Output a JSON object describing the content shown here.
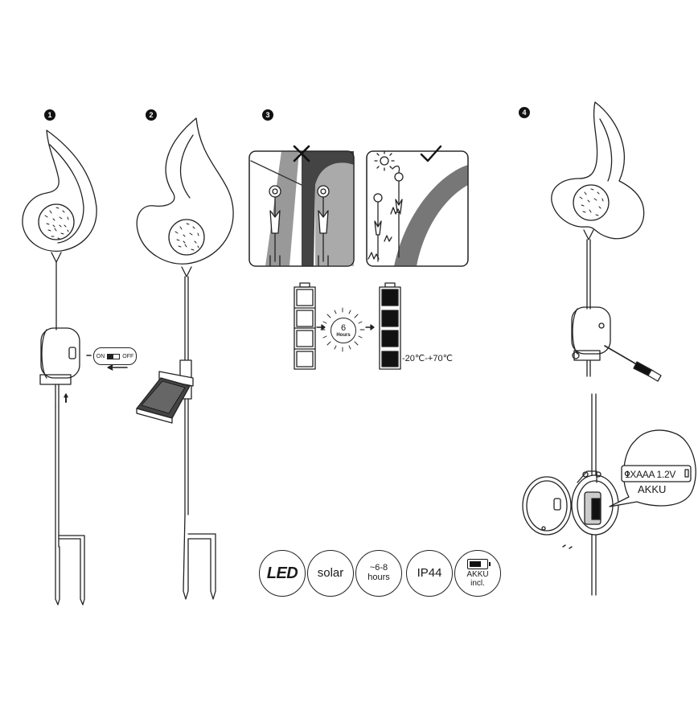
{
  "steps": [
    "1",
    "2",
    "3",
    "4"
  ],
  "switch": {
    "on_label": "ON",
    "off_label": "OFF"
  },
  "charging": {
    "hours_value": "6",
    "hours_label": "Hours",
    "temperature_range": "-20℃-+70℃"
  },
  "battery_callout": {
    "spec": "1XAAA 1.2V",
    "label": "AKKU"
  },
  "badges": {
    "led": "LED",
    "solar": "solar",
    "hours_line1": "~6-8",
    "hours_line2": "hours",
    "ip": "IP44",
    "akku_line1": "AKKU",
    "akku_line2": "incl."
  },
  "icons": [
    "flame-stake-icon",
    "solar-panel-icon",
    "sun-icon",
    "check-icon",
    "cross-icon",
    "battery-icon",
    "screwdriver-icon"
  ],
  "colors": {
    "line": "#222222",
    "shade": "#777777",
    "dark": "#111111"
  }
}
